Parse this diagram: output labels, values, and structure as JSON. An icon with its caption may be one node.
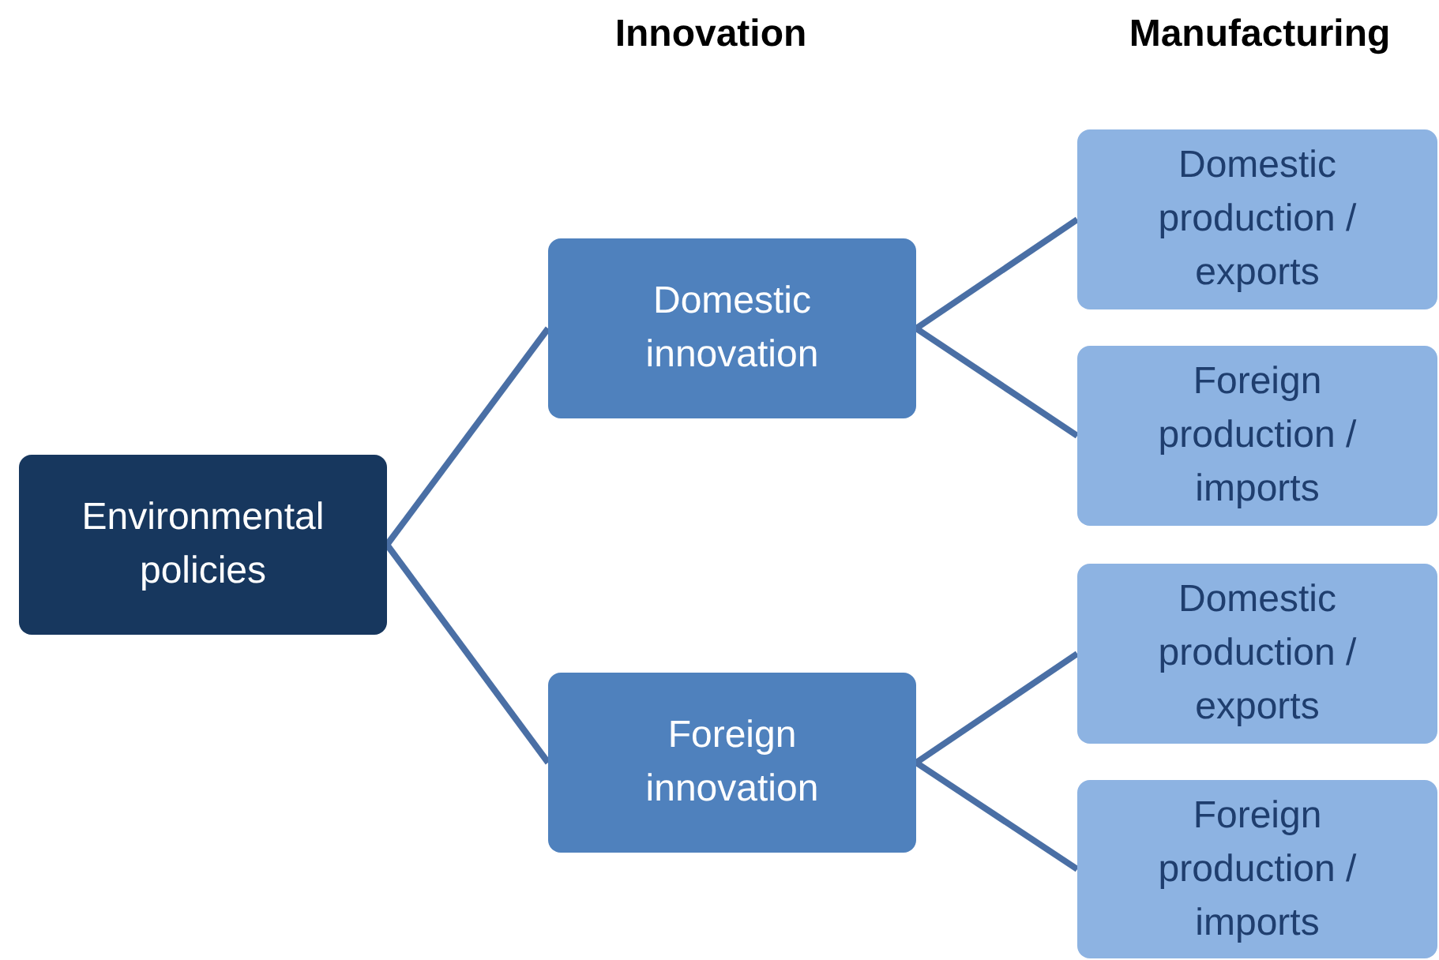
{
  "diagram": {
    "nodes": [
      {
        "text": [
          "Environmental policies"
        ]
      },
      {
        "text": [
          "Domestic innovation"
        ]
      },
      {
        "text": [
          "Foreign innovation"
        ]
      },
      {
        "text": [
          "Domestic production / exports"
        ]
      },
      {
        "text": [
          "Foreign production / imports"
        ]
      },
      {
        "text": [
          "Domestic production / exports"
        ]
      },
      {
        "text": [
          "Foreign production / imports"
        ]
      }
    ],
    "edges": [
      {
        "from": 0,
        "to": 1,
        "arrow": "none"
      },
      {
        "from": 0,
        "to": 2,
        "arrow": "none"
      },
      {
        "from": 1,
        "to": 3,
        "arrow": "none"
      },
      {
        "from": 1,
        "to": 4,
        "arrow": "none"
      },
      {
        "from": 2,
        "to": 5,
        "arrow": "none"
      },
      {
        "from": 2,
        "to": 6,
        "arrow": "none"
      }
    ],
    "labels": [
      "Innovation",
      "Manufacturing"
    ]
  }
}
